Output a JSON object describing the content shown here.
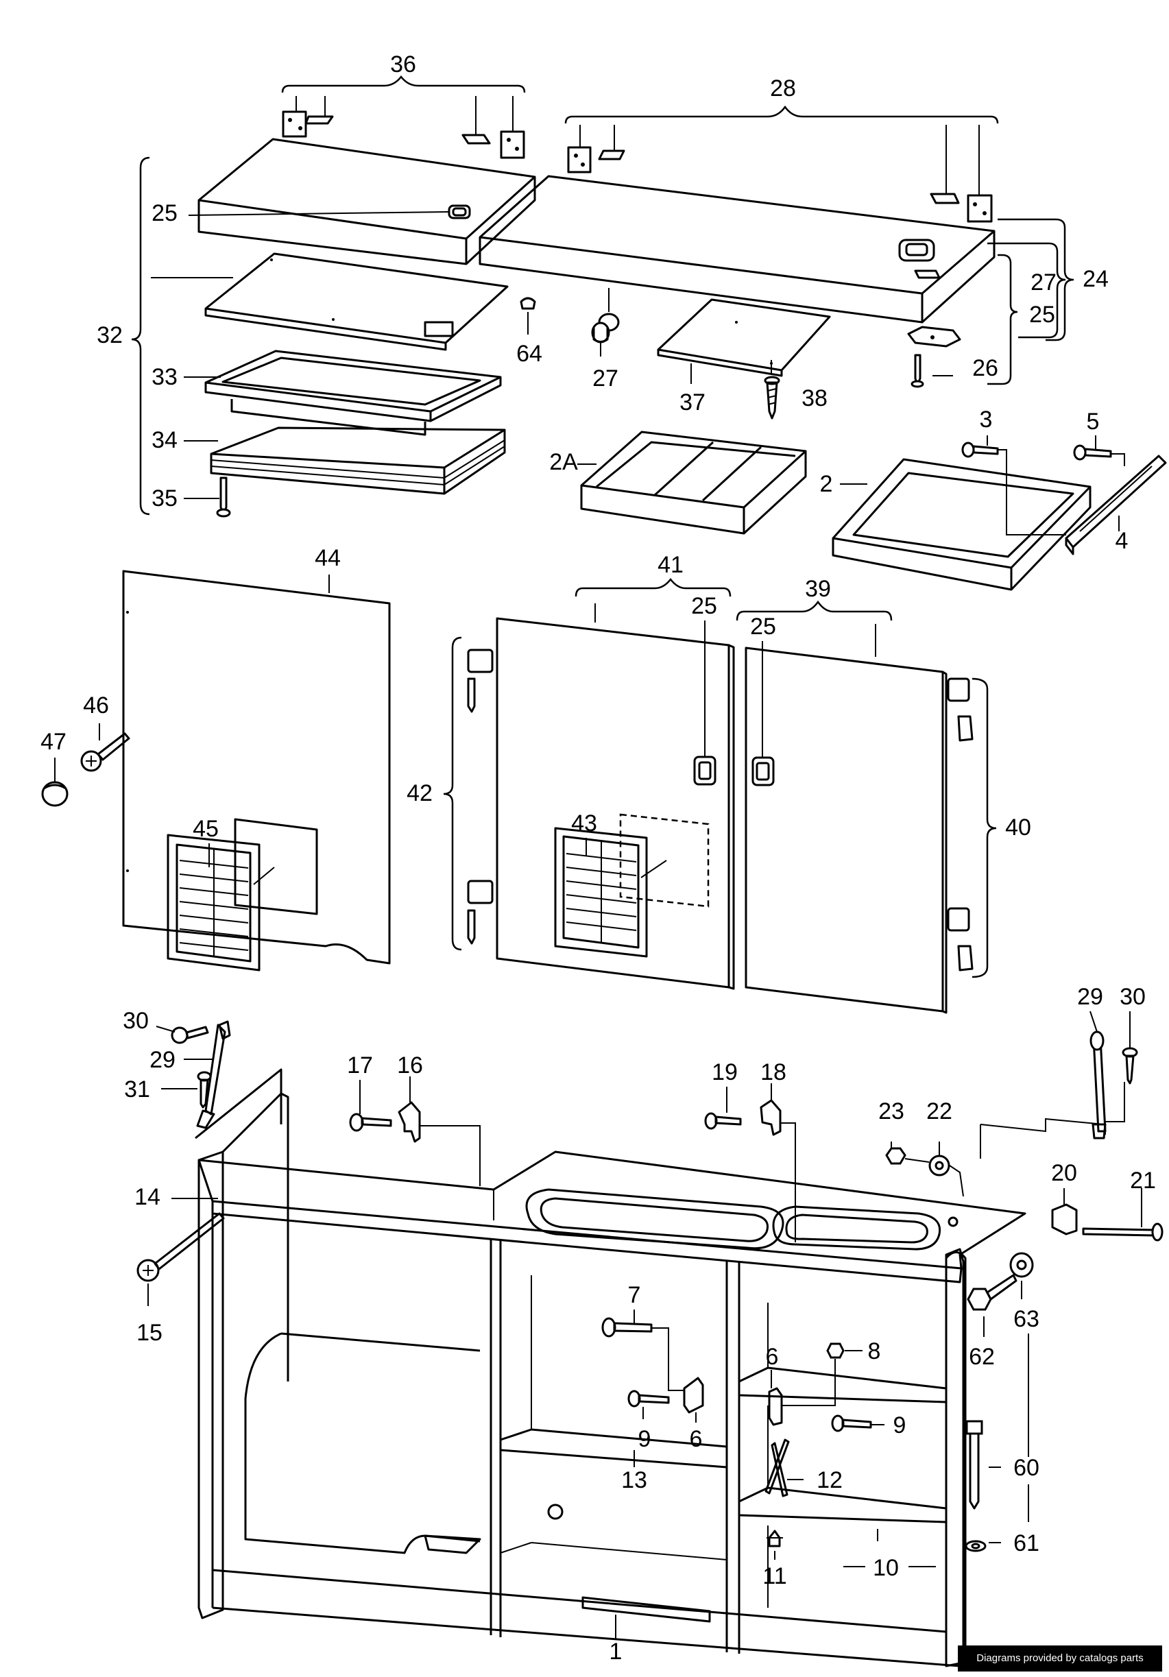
{
  "labels": [
    "36",
    "28",
    "25",
    "27",
    "24",
    "25",
    "32",
    "64",
    "27",
    "37",
    "38",
    "26",
    "33",
    "34",
    "2A",
    "3",
    "5",
    "2",
    "4",
    "35",
    "44",
    "41",
    "39",
    "25",
    "25",
    "46",
    "47",
    "42",
    "40",
    "45",
    "43",
    "30",
    "29",
    "29",
    "30",
    "31",
    "17",
    "16",
    "19",
    "18",
    "23",
    "22",
    "14",
    "20",
    "21",
    "15",
    "63",
    "62",
    "7",
    "6",
    "8",
    "9",
    "6",
    "9",
    "12",
    "60",
    "13",
    "61",
    "11",
    "10",
    "1"
  ],
  "credit": "Diagrams provided by catalogs parts"
}
